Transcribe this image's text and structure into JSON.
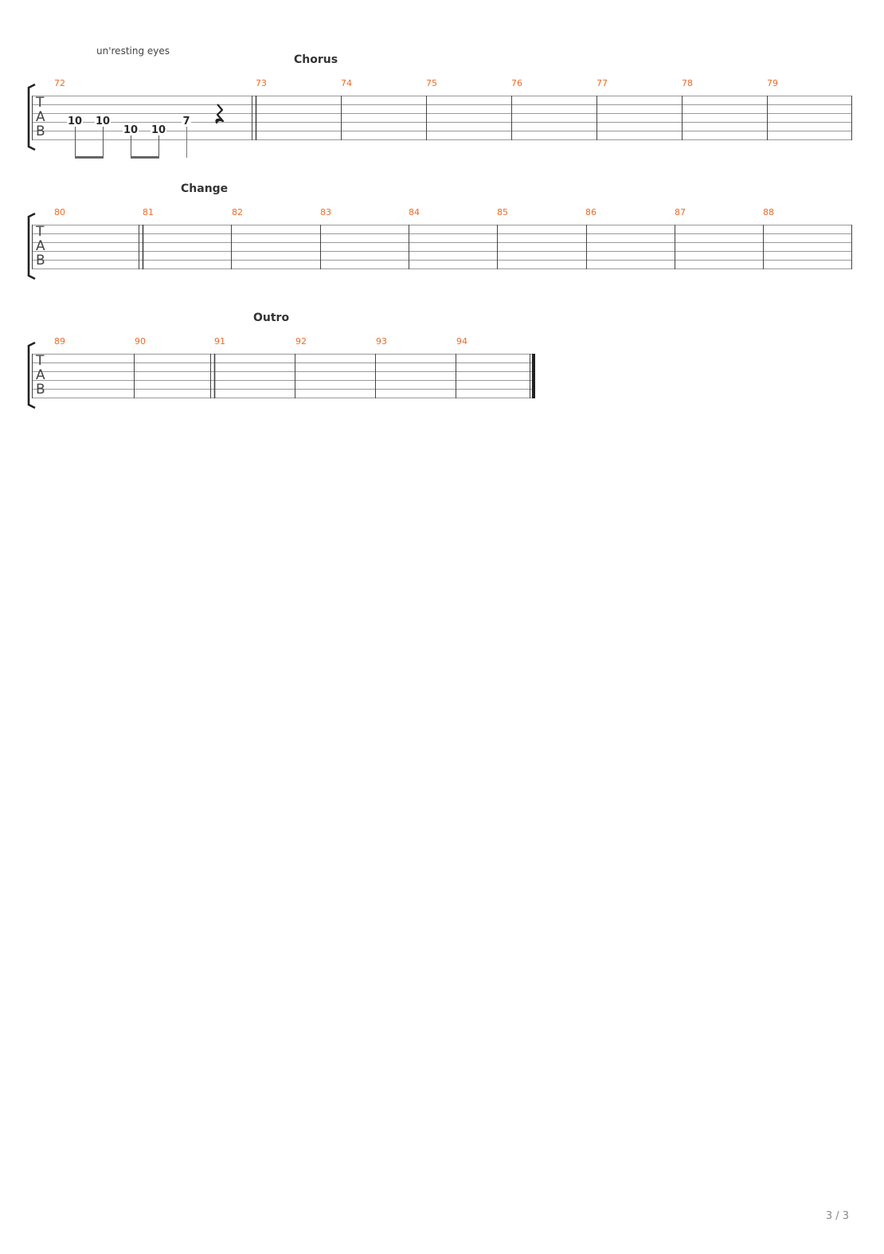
{
  "systems": [
    {
      "lyric": "un'resting eyes",
      "section": "Chorus",
      "bars": [
        "72",
        "73",
        "74",
        "75",
        "76",
        "77",
        "78",
        "79"
      ],
      "tab_letters": [
        "T",
        "A",
        "B"
      ],
      "notes": [
        "10",
        "10",
        "10",
        "10",
        "7"
      ]
    },
    {
      "section": "Change",
      "bars": [
        "80",
        "81",
        "82",
        "83",
        "84",
        "85",
        "86",
        "87",
        "88"
      ],
      "tab_letters": [
        "T",
        "A",
        "B"
      ]
    },
    {
      "section": "Outro",
      "bars": [
        "89",
        "90",
        "91",
        "92",
        "93",
        "94"
      ],
      "tab_letters": [
        "T",
        "A",
        "B"
      ]
    }
  ],
  "page_number": "3 / 3"
}
